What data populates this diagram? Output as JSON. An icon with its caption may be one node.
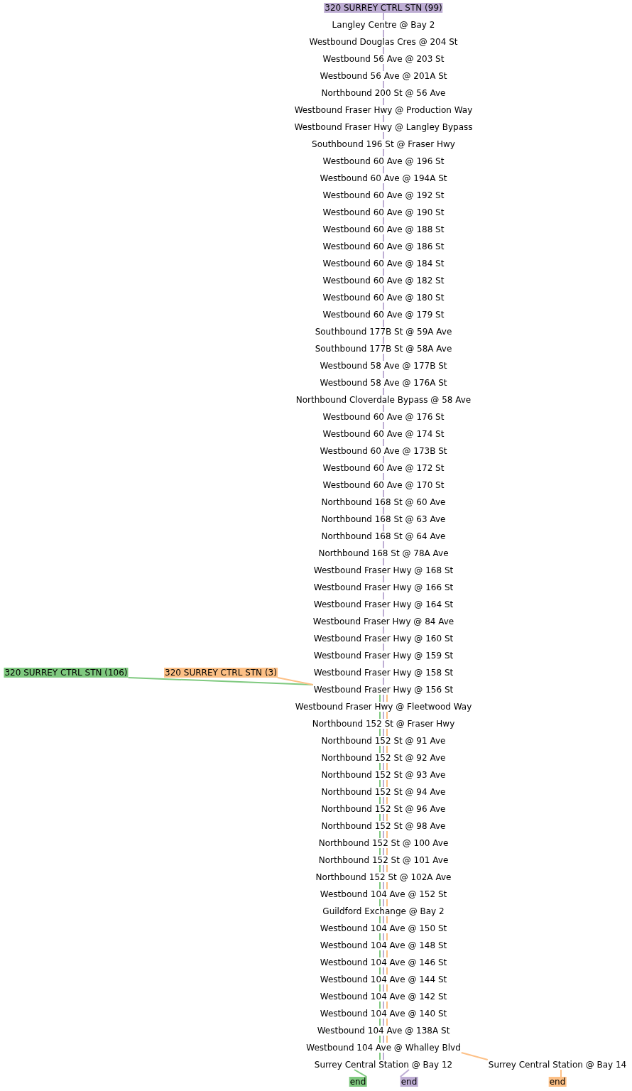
{
  "diagram": {
    "nodes": [
      {
        "text": [
          "320 SURREY CTRL STN (99)"
        ]
      },
      {
        "text": [
          "Langley Centre @ Bay 2"
        ]
      },
      {
        "text": [
          "Westbound Douglas Cres @ 204 St"
        ]
      },
      {
        "text": [
          "Westbound 56 Ave @ 203 St"
        ]
      },
      {
        "text": [
          "Westbound 56 Ave @ 201A St"
        ]
      },
      {
        "text": [
          "Northbound 200 St @ 56 Ave"
        ]
      },
      {
        "text": [
          "Westbound Fraser Hwy @ Production Way"
        ]
      },
      {
        "text": [
          "Westbound Fraser Hwy @ Langley Bypass"
        ]
      },
      {
        "text": [
          "Southbound 196 St @ Fraser Hwy"
        ]
      },
      {
        "text": [
          "Westbound 60 Ave @ 196 St"
        ]
      },
      {
        "text": [
          "Westbound 60 Ave @ 194A St"
        ]
      },
      {
        "text": [
          "Westbound 60 Ave @ 192 St"
        ]
      },
      {
        "text": [
          "Westbound 60 Ave @ 190 St"
        ]
      },
      {
        "text": [
          "Westbound 60 Ave @ 188 St"
        ]
      },
      {
        "text": [
          "Westbound 60 Ave @ 186 St"
        ]
      },
      {
        "text": [
          "Westbound 60 Ave @ 184 St"
        ]
      },
      {
        "text": [
          "Westbound 60 Ave @ 182 St"
        ]
      },
      {
        "text": [
          "Westbound 60 Ave @ 180 St"
        ]
      },
      {
        "text": [
          "Westbound 60 Ave @ 179 St"
        ]
      },
      {
        "text": [
          "Southbound 177B St @ 59A Ave"
        ]
      },
      {
        "text": [
          "Southbound 177B St @ 58A Ave"
        ]
      },
      {
        "text": [
          "Westbound 58 Ave @ 177B St"
        ]
      },
      {
        "text": [
          "Westbound 58 Ave @ 176A St"
        ]
      },
      {
        "text": [
          "Northbound Cloverdale Bypass @ 58 Ave"
        ]
      },
      {
        "text": [
          "Westbound 60 Ave @ 176 St"
        ]
      },
      {
        "text": [
          "Westbound 60 Ave @ 174 St"
        ]
      },
      {
        "text": [
          "Westbound 60 Ave @ 173B St"
        ]
      },
      {
        "text": [
          "Westbound 60 Ave @ 172 St"
        ]
      },
      {
        "text": [
          "Westbound 60 Ave @ 170 St"
        ]
      },
      {
        "text": [
          "Northbound 168 St @ 60 Ave"
        ]
      },
      {
        "text": [
          "Northbound 168 St @ 63 Ave"
        ]
      },
      {
        "text": [
          "Northbound 168 St @ 64 Ave"
        ]
      },
      {
        "text": [
          "Northbound 168 St @ 78A Ave"
        ]
      },
      {
        "text": [
          "Westbound Fraser Hwy @ 168 St"
        ]
      },
      {
        "text": [
          "Westbound Fraser Hwy @ 166 St"
        ]
      },
      {
        "text": [
          "Westbound Fraser Hwy @ 164 St"
        ]
      },
      {
        "text": [
          "Westbound Fraser Hwy @ 84 Ave"
        ]
      },
      {
        "text": [
          "Westbound Fraser Hwy @ 160 St"
        ]
      },
      {
        "text": [
          "Westbound Fraser Hwy @ 159 St"
        ]
      },
      {
        "text": [
          "320 SURREY CTRL STN (106)"
        ]
      },
      {
        "text": [
          "320 SURREY CTRL STN (3)"
        ]
      },
      {
        "text": [
          "Westbound Fraser Hwy @ 158 St"
        ]
      },
      {
        "text": [
          "Westbound Fraser Hwy @ 156 St"
        ]
      },
      {
        "text": [
          "Westbound Fraser Hwy @ Fleetwood Way"
        ]
      },
      {
        "text": [
          "Northbound 152 St @ Fraser Hwy"
        ]
      },
      {
        "text": [
          "Northbound 152 St @ 91 Ave"
        ]
      },
      {
        "text": [
          "Northbound 152 St @ 92 Ave"
        ]
      },
      {
        "text": [
          "Northbound 152 St @ 93 Ave"
        ]
      },
      {
        "text": [
          "Northbound 152 St @ 94 Ave"
        ]
      },
      {
        "text": [
          "Northbound 152 St @ 96 Ave"
        ]
      },
      {
        "text": [
          "Northbound 152 St @ 98 Ave"
        ]
      },
      {
        "text": [
          "Northbound 152 St @ 100 Ave"
        ]
      },
      {
        "text": [
          "Northbound 152 St @ 101 Ave"
        ]
      },
      {
        "text": [
          "Northbound 152 St @ 102A Ave"
        ]
      },
      {
        "text": [
          "Westbound 104 Ave @ 152 St"
        ]
      },
      {
        "text": [
          "Guildford Exchange @ Bay 2"
        ]
      },
      {
        "text": [
          "Westbound 104 Ave @ 150 St"
        ]
      },
      {
        "text": [
          "Westbound 104 Ave @ 148 St"
        ]
      },
      {
        "text": [
          "Westbound 104 Ave @ 146 St"
        ]
      },
      {
        "text": [
          "Westbound 104 Ave @ 144 St"
        ]
      },
      {
        "text": [
          "Westbound 104 Ave @ 142 St"
        ]
      },
      {
        "text": [
          "Westbound 104 Ave @ 140 St"
        ]
      },
      {
        "text": [
          "Westbound 104 Ave @ 138A St"
        ]
      },
      {
        "text": [
          "Westbound 104 Ave @ Whalley Blvd"
        ]
      },
      {
        "text": [
          "Surrey Central Station @ Bay 12"
        ]
      },
      {
        "text": [
          "Surrey Central Station @ Bay 14"
        ]
      },
      {
        "text": [
          "end"
        ]
      },
      {
        "text": [
          "end"
        ]
      },
      {
        "text": [
          "end"
        ]
      }
    ],
    "edges": [
      {
        "from": 0,
        "to": 1,
        "arrow": "none"
      },
      {
        "from": 1,
        "to": 2,
        "arrow": "none"
      },
      {
        "from": 2,
        "to": 3,
        "arrow": "none"
      },
      {
        "from": 3,
        "to": 4,
        "arrow": "none"
      },
      {
        "from": 4,
        "to": 5,
        "arrow": "none"
      },
      {
        "from": 5,
        "to": 6,
        "arrow": "none"
      },
      {
        "from": 6,
        "to": 7,
        "arrow": "none"
      },
      {
        "from": 7,
        "to": 8,
        "arrow": "none"
      },
      {
        "from": 8,
        "to": 9,
        "arrow": "none"
      },
      {
        "from": 9,
        "to": 10,
        "arrow": "none"
      },
      {
        "from": 10,
        "to": 11,
        "arrow": "none"
      },
      {
        "from": 11,
        "to": 12,
        "arrow": "none"
      },
      {
        "from": 12,
        "to": 13,
        "arrow": "none"
      },
      {
        "from": 13,
        "to": 14,
        "arrow": "none"
      },
      {
        "from": 14,
        "to": 15,
        "arrow": "none"
      },
      {
        "from": 15,
        "to": 16,
        "arrow": "none"
      },
      {
        "from": 16,
        "to": 17,
        "arrow": "none"
      },
      {
        "from": 17,
        "to": 18,
        "arrow": "none"
      },
      {
        "from": 18,
        "to": 19,
        "arrow": "none"
      },
      {
        "from": 19,
        "to": 20,
        "arrow": "none"
      },
      {
        "from": 20,
        "to": 21,
        "arrow": "none"
      },
      {
        "from": 21,
        "to": 22,
        "arrow": "none"
      },
      {
        "from": 22,
        "to": 23,
        "arrow": "none"
      },
      {
        "from": 23,
        "to": 24,
        "arrow": "none"
      },
      {
        "from": 24,
        "to": 25,
        "arrow": "none"
      },
      {
        "from": 25,
        "to": 26,
        "arrow": "none"
      },
      {
        "from": 26,
        "to": 27,
        "arrow": "none"
      },
      {
        "from": 27,
        "to": 28,
        "arrow": "none"
      },
      {
        "from": 28,
        "to": 29,
        "arrow": "none"
      },
      {
        "from": 29,
        "to": 30,
        "arrow": "none"
      },
      {
        "from": 30,
        "to": 31,
        "arrow": "none"
      },
      {
        "from": 31,
        "to": 32,
        "arrow": "none"
      },
      {
        "from": 32,
        "to": 33,
        "arrow": "none"
      },
      {
        "from": 33,
        "to": 34,
        "arrow": "none"
      },
      {
        "from": 34,
        "to": 35,
        "arrow": "none"
      },
      {
        "from": 35,
        "to": 36,
        "arrow": "none"
      },
      {
        "from": 36,
        "to": 37,
        "arrow": "none"
      },
      {
        "from": 37,
        "to": 38,
        "arrow": "none"
      },
      {
        "from": 38,
        "to": 41,
        "arrow": "none"
      },
      {
        "from": 41,
        "to": 42,
        "arrow": "none"
      },
      {
        "from": 42,
        "to": 43,
        "arrow": "none"
      },
      {
        "from": 43,
        "to": 44,
        "arrow": "none"
      },
      {
        "from": 44,
        "to": 45,
        "arrow": "none"
      },
      {
        "from": 45,
        "to": 46,
        "arrow": "none"
      },
      {
        "from": 46,
        "to": 47,
        "arrow": "none"
      },
      {
        "from": 47,
        "to": 48,
        "arrow": "none"
      },
      {
        "from": 48,
        "to": 49,
        "arrow": "none"
      },
      {
        "from": 49,
        "to": 50,
        "arrow": "none"
      },
      {
        "from": 50,
        "to": 51,
        "arrow": "none"
      },
      {
        "from": 51,
        "to": 52,
        "arrow": "none"
      },
      {
        "from": 52,
        "to": 53,
        "arrow": "none"
      },
      {
        "from": 53,
        "to": 54,
        "arrow": "none"
      },
      {
        "from": 54,
        "to": 55,
        "arrow": "none"
      },
      {
        "from": 55,
        "to": 56,
        "arrow": "none"
      },
      {
        "from": 56,
        "to": 57,
        "arrow": "none"
      },
      {
        "from": 57,
        "to": 58,
        "arrow": "none"
      },
      {
        "from": 58,
        "to": 59,
        "arrow": "none"
      },
      {
        "from": 59,
        "to": 60,
        "arrow": "none"
      },
      {
        "from": 60,
        "to": 61,
        "arrow": "none"
      },
      {
        "from": 61,
        "to": 62,
        "arrow": "none"
      },
      {
        "from": 62,
        "to": 63,
        "arrow": "none"
      },
      {
        "from": 63,
        "to": 64,
        "arrow": "none"
      },
      {
        "from": 64,
        "to": 67,
        "arrow": "none"
      },
      {
        "from": 39,
        "to": 42,
        "arrow": "none",
        "color": "#7fc97f"
      },
      {
        "from": 42,
        "to": 43,
        "arrow": "none",
        "color": "#7fc97f"
      },
      {
        "from": 43,
        "to": 44,
        "arrow": "none",
        "color": "#7fc97f"
      },
      {
        "from": 44,
        "to": 45,
        "arrow": "none",
        "color": "#7fc97f"
      },
      {
        "from": 45,
        "to": 46,
        "arrow": "none",
        "color": "#7fc97f"
      },
      {
        "from": 46,
        "to": 47,
        "arrow": "none",
        "color": "#7fc97f"
      },
      {
        "from": 47,
        "to": 48,
        "arrow": "none",
        "color": "#7fc97f"
      },
      {
        "from": 48,
        "to": 49,
        "arrow": "none",
        "color": "#7fc97f"
      },
      {
        "from": 49,
        "to": 50,
        "arrow": "none",
        "color": "#7fc97f"
      },
      {
        "from": 50,
        "to": 51,
        "arrow": "none",
        "color": "#7fc97f"
      },
      {
        "from": 51,
        "to": 52,
        "arrow": "none",
        "color": "#7fc97f"
      },
      {
        "from": 52,
        "to": 53,
        "arrow": "none",
        "color": "#7fc97f"
      },
      {
        "from": 53,
        "to": 54,
        "arrow": "none",
        "color": "#7fc97f"
      },
      {
        "from": 54,
        "to": 55,
        "arrow": "none",
        "color": "#7fc97f"
      },
      {
        "from": 55,
        "to": 56,
        "arrow": "none",
        "color": "#7fc97f"
      },
      {
        "from": 56,
        "to": 57,
        "arrow": "none",
        "color": "#7fc97f"
      },
      {
        "from": 57,
        "to": 58,
        "arrow": "none",
        "color": "#7fc97f"
      },
      {
        "from": 58,
        "to": 59,
        "arrow": "none",
        "color": "#7fc97f"
      },
      {
        "from": 59,
        "to": 60,
        "arrow": "none",
        "color": "#7fc97f"
      },
      {
        "from": 60,
        "to": 61,
        "arrow": "none",
        "color": "#7fc97f"
      },
      {
        "from": 61,
        "to": 62,
        "arrow": "none",
        "color": "#7fc97f"
      },
      {
        "from": 62,
        "to": 63,
        "arrow": "none",
        "color": "#7fc97f"
      },
      {
        "from": 63,
        "to": 64,
        "arrow": "none",
        "color": "#7fc97f"
      },
      {
        "from": 64,
        "to": 66,
        "arrow": "none",
        "color": "#7fc97f"
      },
      {
        "from": 40,
        "to": 42,
        "arrow": "none",
        "color": "#fdc086"
      },
      {
        "from": 42,
        "to": 43,
        "arrow": "none",
        "color": "#fdc086"
      },
      {
        "from": 43,
        "to": 44,
        "arrow": "none",
        "color": "#fdc086"
      },
      {
        "from": 44,
        "to": 45,
        "arrow": "none",
        "color": "#fdc086"
      },
      {
        "from": 45,
        "to": 46,
        "arrow": "none",
        "color": "#fdc086"
      },
      {
        "from": 46,
        "to": 47,
        "arrow": "none",
        "color": "#fdc086"
      },
      {
        "from": 47,
        "to": 48,
        "arrow": "none",
        "color": "#fdc086"
      },
      {
        "from": 48,
        "to": 49,
        "arrow": "none",
        "color": "#fdc086"
      },
      {
        "from": 49,
        "to": 50,
        "arrow": "none",
        "color": "#fdc086"
      },
      {
        "from": 50,
        "to": 51,
        "arrow": "none",
        "color": "#fdc086"
      },
      {
        "from": 51,
        "to": 52,
        "arrow": "none",
        "color": "#fdc086"
      },
      {
        "from": 52,
        "to": 53,
        "arrow": "none",
        "color": "#fdc086"
      },
      {
        "from": 53,
        "to": 54,
        "arrow": "none",
        "color": "#fdc086"
      },
      {
        "from": 54,
        "to": 55,
        "arrow": "none",
        "color": "#fdc086"
      },
      {
        "from": 55,
        "to": 56,
        "arrow": "none",
        "color": "#fdc086"
      },
      {
        "from": 56,
        "to": 57,
        "arrow": "none",
        "color": "#fdc086"
      },
      {
        "from": 57,
        "to": 58,
        "arrow": "none",
        "color": "#fdc086"
      },
      {
        "from": 58,
        "to": 59,
        "arrow": "none",
        "color": "#fdc086"
      },
      {
        "from": 59,
        "to": 60,
        "arrow": "none",
        "color": "#fdc086"
      },
      {
        "from": 60,
        "to": 61,
        "arrow": "none",
        "color": "#fdc086"
      },
      {
        "from": 61,
        "to": 62,
        "arrow": "none",
        "color": "#fdc086"
      },
      {
        "from": 62,
        "to": 63,
        "arrow": "none",
        "color": "#fdc086"
      },
      {
        "from": 63,
        "to": 65,
        "arrow": "none",
        "color": "#fdc086"
      },
      {
        "from": 65,
        "to": 68,
        "arrow": "none",
        "color": "#fdc086"
      }
    ]
  }
}
